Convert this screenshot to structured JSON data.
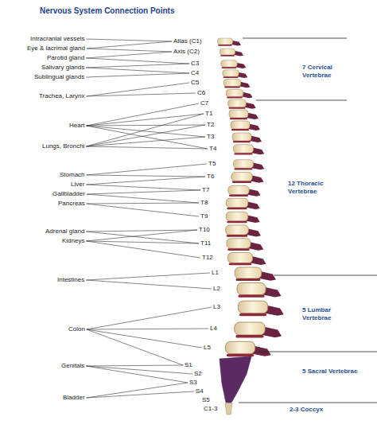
{
  "diagram": {
    "title": "Nervous System Connection Points",
    "nodes": [
      {
        "text": [
          "Intracranial vessels"
        ]
      },
      {
        "text": [
          "Eye & lacrimal gland"
        ]
      },
      {
        "text": [
          "Parotid gland"
        ]
      },
      {
        "text": [
          "Salivary glands"
        ]
      },
      {
        "text": [
          "Sublingual glands"
        ]
      },
      {
        "text": [
          "Trachea, Larynx"
        ]
      },
      {
        "text": [
          "Heart"
        ]
      },
      {
        "text": [
          "Lungs, Bronchi"
        ]
      },
      {
        "text": [
          "Stomach"
        ]
      },
      {
        "text": [
          "Liver"
        ]
      },
      {
        "text": [
          "Gallbladder"
        ]
      },
      {
        "text": [
          "Pancreas"
        ]
      },
      {
        "text": [
          "Adrenal gland"
        ]
      },
      {
        "text": [
          "Kidneys"
        ]
      },
      {
        "text": [
          "Intestines"
        ]
      },
      {
        "text": [
          "Colon"
        ]
      },
      {
        "text": [
          "Genitals"
        ]
      },
      {
        "text": [
          "Bladder"
        ]
      },
      {
        "text": [
          "Atlas (C1)"
        ]
      },
      {
        "text": [
          "Axis (C2)"
        ]
      },
      {
        "text": [
          "C3"
        ]
      },
      {
        "text": [
          "C4"
        ]
      },
      {
        "text": [
          "C5"
        ]
      },
      {
        "text": [
          "C6"
        ]
      },
      {
        "text": [
          "C7"
        ]
      },
      {
        "text": [
          "T1"
        ]
      },
      {
        "text": [
          "T2"
        ]
      },
      {
        "text": [
          "T3"
        ]
      },
      {
        "text": [
          "T4"
        ]
      },
      {
        "text": [
          "T5"
        ]
      },
      {
        "text": [
          "T6"
        ]
      },
      {
        "text": [
          "T7"
        ]
      },
      {
        "text": [
          "T8"
        ]
      },
      {
        "text": [
          "T9"
        ]
      },
      {
        "text": [
          "T10"
        ]
      },
      {
        "text": [
          "T11"
        ]
      },
      {
        "text": [
          "T12"
        ]
      },
      {
        "text": [
          "L1"
        ]
      },
      {
        "text": [
          "L2"
        ]
      },
      {
        "text": [
          "L3"
        ]
      },
      {
        "text": [
          "L4"
        ]
      },
      {
        "text": [
          "L5"
        ]
      },
      {
        "text": [
          "S1"
        ]
      },
      {
        "text": [
          "S2"
        ]
      },
      {
        "text": [
          "S3"
        ]
      },
      {
        "text": [
          "S4"
        ]
      },
      {
        "text": [
          "S5"
        ]
      },
      {
        "text": [
          "C1-3"
        ]
      }
    ],
    "edges": [
      {
        "from": 0,
        "to": 18,
        "arrow": "none"
      },
      {
        "from": 1,
        "to": 18,
        "arrow": "none"
      },
      {
        "from": 1,
        "to": 19,
        "arrow": "none"
      },
      {
        "from": 2,
        "to": 19,
        "arrow": "none"
      },
      {
        "from": 2,
        "to": 20,
        "arrow": "none"
      },
      {
        "from": 3,
        "to": 20,
        "arrow": "none"
      },
      {
        "from": 3,
        "to": 21,
        "arrow": "none"
      },
      {
        "from": 4,
        "to": 21,
        "arrow": "none"
      },
      {
        "from": 5,
        "to": 22,
        "arrow": "none"
      },
      {
        "from": 5,
        "to": 23,
        "arrow": "none"
      },
      {
        "from": 6,
        "to": 24,
        "arrow": "none"
      },
      {
        "from": 6,
        "to": 25,
        "arrow": "none"
      },
      {
        "from": 6,
        "to": 26,
        "arrow": "none"
      },
      {
        "from": 6,
        "to": 27,
        "arrow": "none"
      },
      {
        "from": 6,
        "to": 28,
        "arrow": "none"
      },
      {
        "from": 7,
        "to": 25,
        "arrow": "none"
      },
      {
        "from": 7,
        "to": 26,
        "arrow": "none"
      },
      {
        "from": 7,
        "to": 27,
        "arrow": "none"
      },
      {
        "from": 7,
        "to": 28,
        "arrow": "none"
      },
      {
        "from": 8,
        "to": 29,
        "arrow": "none"
      },
      {
        "from": 8,
        "to": 30,
        "arrow": "none"
      },
      {
        "from": 9,
        "to": 30,
        "arrow": "none"
      },
      {
        "from": 9,
        "to": 31,
        "arrow": "none"
      },
      {
        "from": 10,
        "to": 31,
        "arrow": "none"
      },
      {
        "from": 10,
        "to": 32,
        "arrow": "none"
      },
      {
        "from": 11,
        "to": 32,
        "arrow": "none"
      },
      {
        "from": 11,
        "to": 33,
        "arrow": "none"
      },
      {
        "from": 12,
        "to": 34,
        "arrow": "none"
      },
      {
        "from": 12,
        "to": 35,
        "arrow": "none"
      },
      {
        "from": 13,
        "to": 34,
        "arrow": "none"
      },
      {
        "from": 13,
        "to": 35,
        "arrow": "none"
      },
      {
        "from": 13,
        "to": 36,
        "arrow": "none"
      },
      {
        "from": 14,
        "to": 37,
        "arrow": "none"
      },
      {
        "from": 14,
        "to": 38,
        "arrow": "none"
      },
      {
        "from": 15,
        "to": 39,
        "arrow": "none"
      },
      {
        "from": 15,
        "to": 40,
        "arrow": "none"
      },
      {
        "from": 15,
        "to": 41,
        "arrow": "none"
      },
      {
        "from": 15,
        "to": 42,
        "arrow": "none"
      },
      {
        "from": 16,
        "to": 42,
        "arrow": "none"
      },
      {
        "from": 16,
        "to": 43,
        "arrow": "none"
      },
      {
        "from": 16,
        "to": 44,
        "arrow": "none"
      },
      {
        "from": 17,
        "to": 44,
        "arrow": "none"
      },
      {
        "from": 17,
        "to": 45,
        "arrow": "none"
      }
    ],
    "labels": [
      "7 Cervical Vertebrae",
      "12 Thoracic Vertebrae",
      "5 Lumbar Vertebrae",
      "5 Sacral Vertebrae",
      "2-3 Coccyx"
    ]
  }
}
